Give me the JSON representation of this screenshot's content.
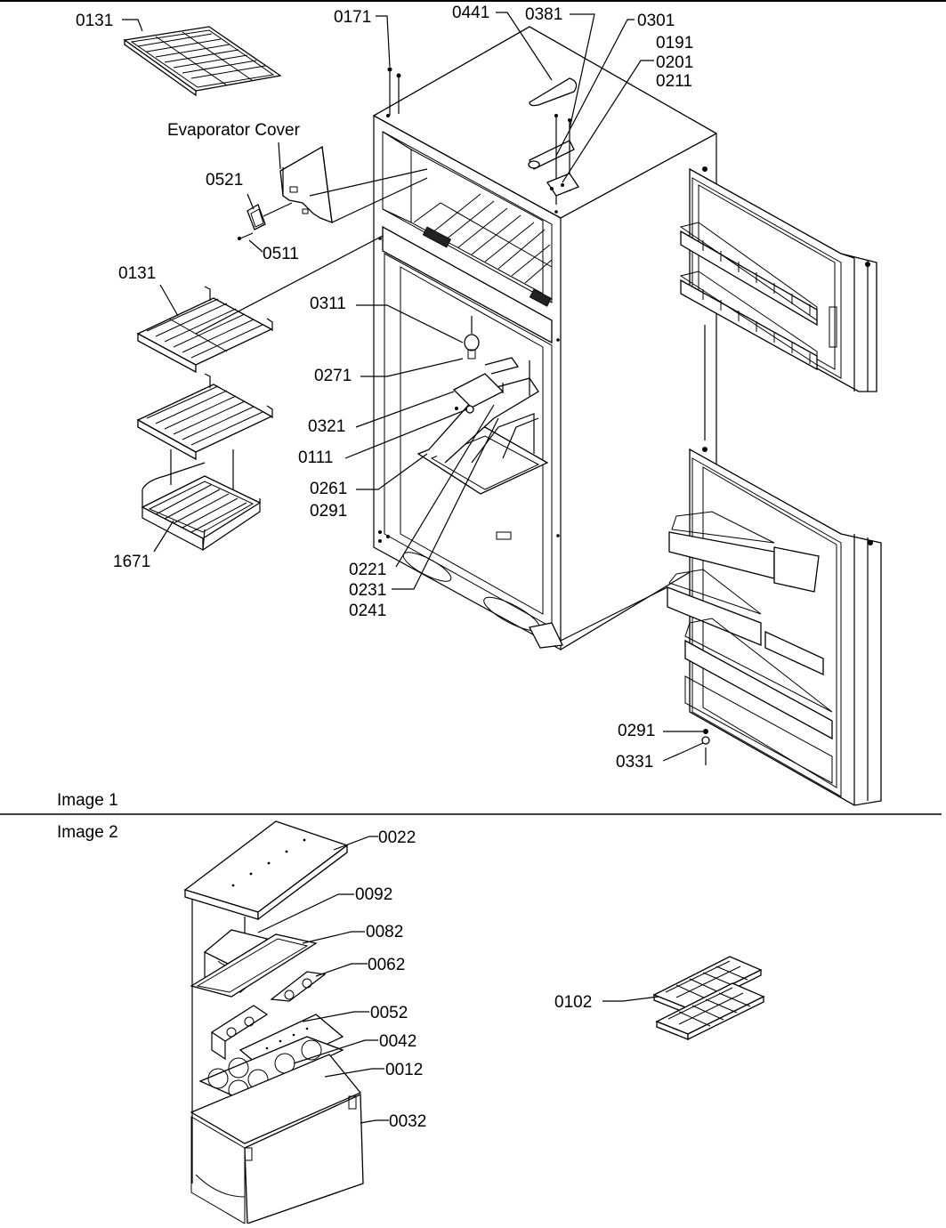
{
  "diagram": {
    "panels": [
      {
        "caption": "Image 1"
      },
      {
        "caption": "Image 2"
      }
    ],
    "callouts": [
      "0131",
      "0171",
      "0441",
      "0381",
      "0301",
      "0191",
      "0201",
      "0211",
      "Evaporator Cover",
      "0521",
      "0511",
      "0131",
      "0311",
      "0271",
      "0321",
      "0111",
      "0261",
      "0291",
      "1671",
      "0221",
      "0231",
      "0241",
      "0291",
      "0331",
      "0022",
      "0092",
      "0082",
      "0062",
      "0052",
      "0042",
      "0012",
      "0032",
      "0102"
    ]
  }
}
